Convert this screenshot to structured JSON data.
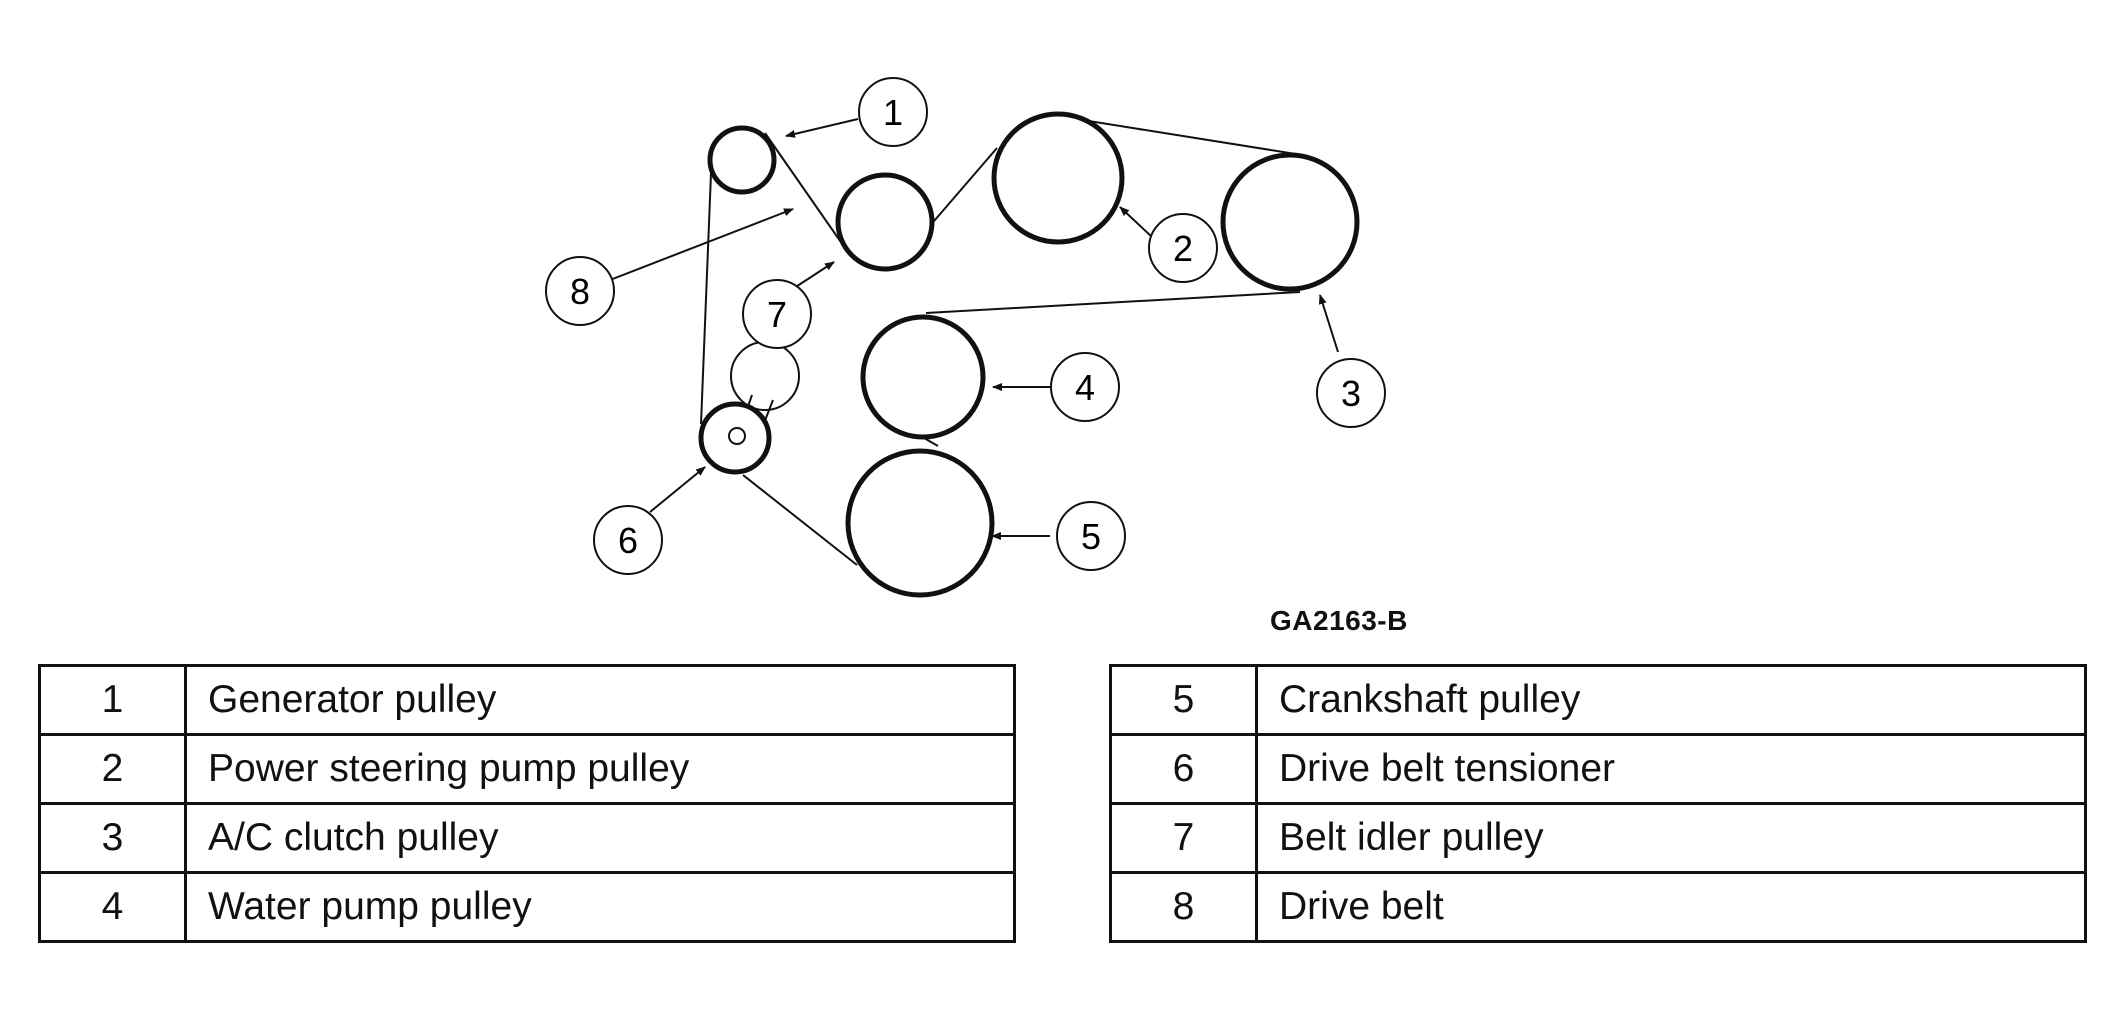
{
  "figure": {
    "code": "GA2163-B"
  },
  "callouts": [
    "1",
    "2",
    "3",
    "4",
    "5",
    "6",
    "7",
    "8"
  ],
  "legend_left": [
    {
      "num": "1",
      "desc": "Generator pulley"
    },
    {
      "num": "2",
      "desc": "Power steering pump pulley"
    },
    {
      "num": "3",
      "desc": "A/C clutch pulley"
    },
    {
      "num": "4",
      "desc": "Water pump pulley"
    }
  ],
  "legend_right": [
    {
      "num": "5",
      "desc": "Crankshaft pulley"
    },
    {
      "num": "6",
      "desc": "Drive belt tensioner"
    },
    {
      "num": "7",
      "desc": "Belt idler pulley"
    },
    {
      "num": "8",
      "desc": "Drive belt"
    }
  ]
}
